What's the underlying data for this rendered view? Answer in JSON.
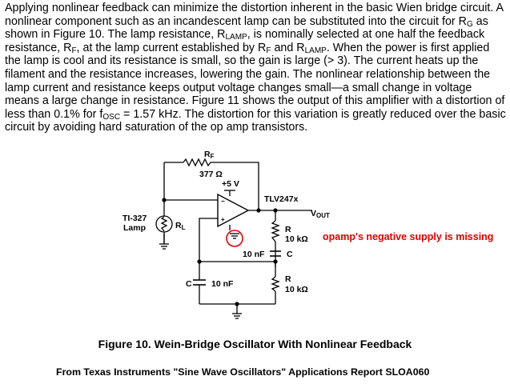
{
  "paragraph": {
    "s1": "Applying nonlinear feedback can minimize the distortion inherent in the basic Wien bridge circuit. A nonlinear component such as an incandescent lamp can be substituted into the circuit for R",
    "s1_sub": "G",
    "s2": " as shown in Figure 10. The lamp resistance, R",
    "s2_sub": "LAMP",
    "s3": ", is nominally selected at one half the feedback resistance, R",
    "s3_sub": "F",
    "s4": ", at the lamp current established by R",
    "s4_sub": "F",
    "s5": " and R",
    "s5_sub": "LAMP",
    "s6": ". When the power is first applied the lamp is cool and its resistance is small, so the gain is large (> 3). The current heats up the filament and the resistance increases, lowering the gain. The nonlinear relationship between the lamp current and resistance keeps output voltage changes small—a small change in voltage means a large change in resistance. Figure 11 shows the output of this amplifier with a distortion of less than 0.1% for f",
    "s6_sub": "OSC",
    "s7": " = 1.57 kHz. The distortion for this variation is greatly reduced over the basic circuit by avoiding hard saturation of the op amp transistors."
  },
  "circuit": {
    "rf_label": "R",
    "rf_sub": "F",
    "rf_value": "377 Ω",
    "supply_label": "+5 V",
    "opamp_name": "TLV247x",
    "output_label": "V",
    "output_sub": "OUT",
    "lamp_label_1": "TI-327",
    "lamp_label_2": "Lamp",
    "rl_label": "R",
    "rl_sub": "L",
    "opamp_minus": "−",
    "opamp_plus": "+",
    "r_upper_label": "R",
    "r_upper_value": "10 kΩ",
    "c_upper_label": "C",
    "c_upper_value": "10 nF",
    "c_lower_label": "C",
    "c_lower_value": "10 nF",
    "r_lower_label": "R",
    "r_lower_value": "10 kΩ",
    "annotation": "opamp's negative supply is missing",
    "annotation_color": "#e00000"
  },
  "caption": "Figure 10.  Wein-Bridge Oscillator With Nonlinear Feedback",
  "credit": "From Texas Instruments \"Sine Wave Oscillators\" Applications Report SLOA060"
}
